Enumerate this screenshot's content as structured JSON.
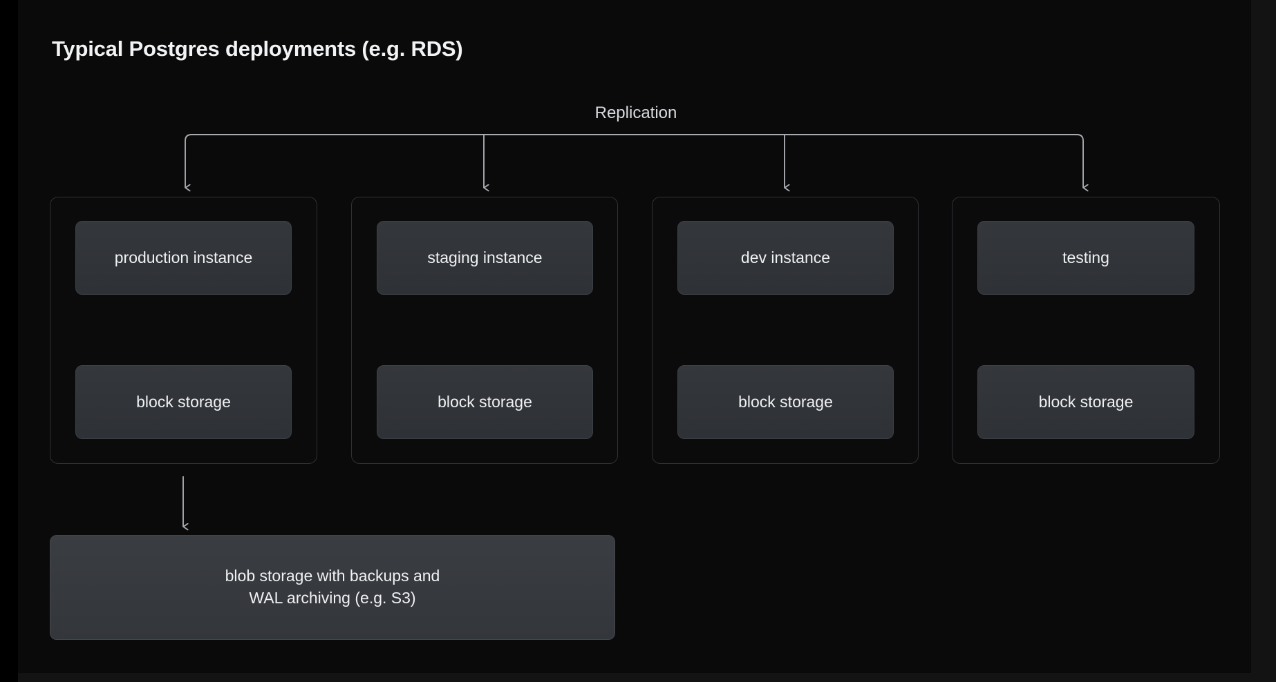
{
  "page": {
    "title": "Typical Postgres deployments (e.g. RDS)",
    "background_color": "#0a0a0b",
    "surround_color": "#000000",
    "text_color": "#f2f3f5"
  },
  "diagram": {
    "type": "block-diagram",
    "replication_label": "Replication",
    "accent_line_color": "#a8abb0",
    "box_fill_color": "#2f3236",
    "container_border_color": "#2e3135",
    "groups": [
      {
        "id": "production",
        "instance_label": "production instance",
        "storage_label": "block storage",
        "has_backup_arrow": true
      },
      {
        "id": "staging",
        "instance_label": "staging instance",
        "storage_label": "block storage",
        "has_backup_arrow": false
      },
      {
        "id": "dev",
        "instance_label": "dev instance",
        "storage_label": "block storage",
        "has_backup_arrow": false
      },
      {
        "id": "testing",
        "instance_label": "testing",
        "storage_label": "block storage",
        "has_backup_arrow": false
      }
    ],
    "blob_storage": {
      "line1": "blob storage with backups and",
      "line2": "WAL archiving (e.g. S3)"
    }
  }
}
